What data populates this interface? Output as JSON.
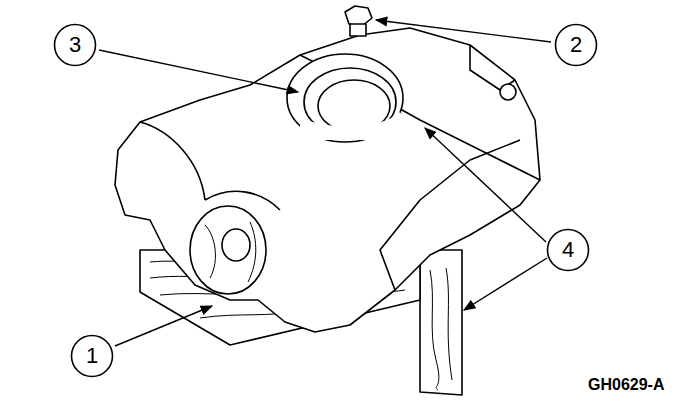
{
  "diagram": {
    "nodes": [
      {
        "text": [
          "3"
        ]
      },
      {
        "text": [
          "2"
        ]
      },
      {
        "text": [
          "4"
        ]
      },
      {
        "text": [
          "1"
        ]
      }
    ],
    "labels": [
      "GH0629-A"
    ]
  }
}
